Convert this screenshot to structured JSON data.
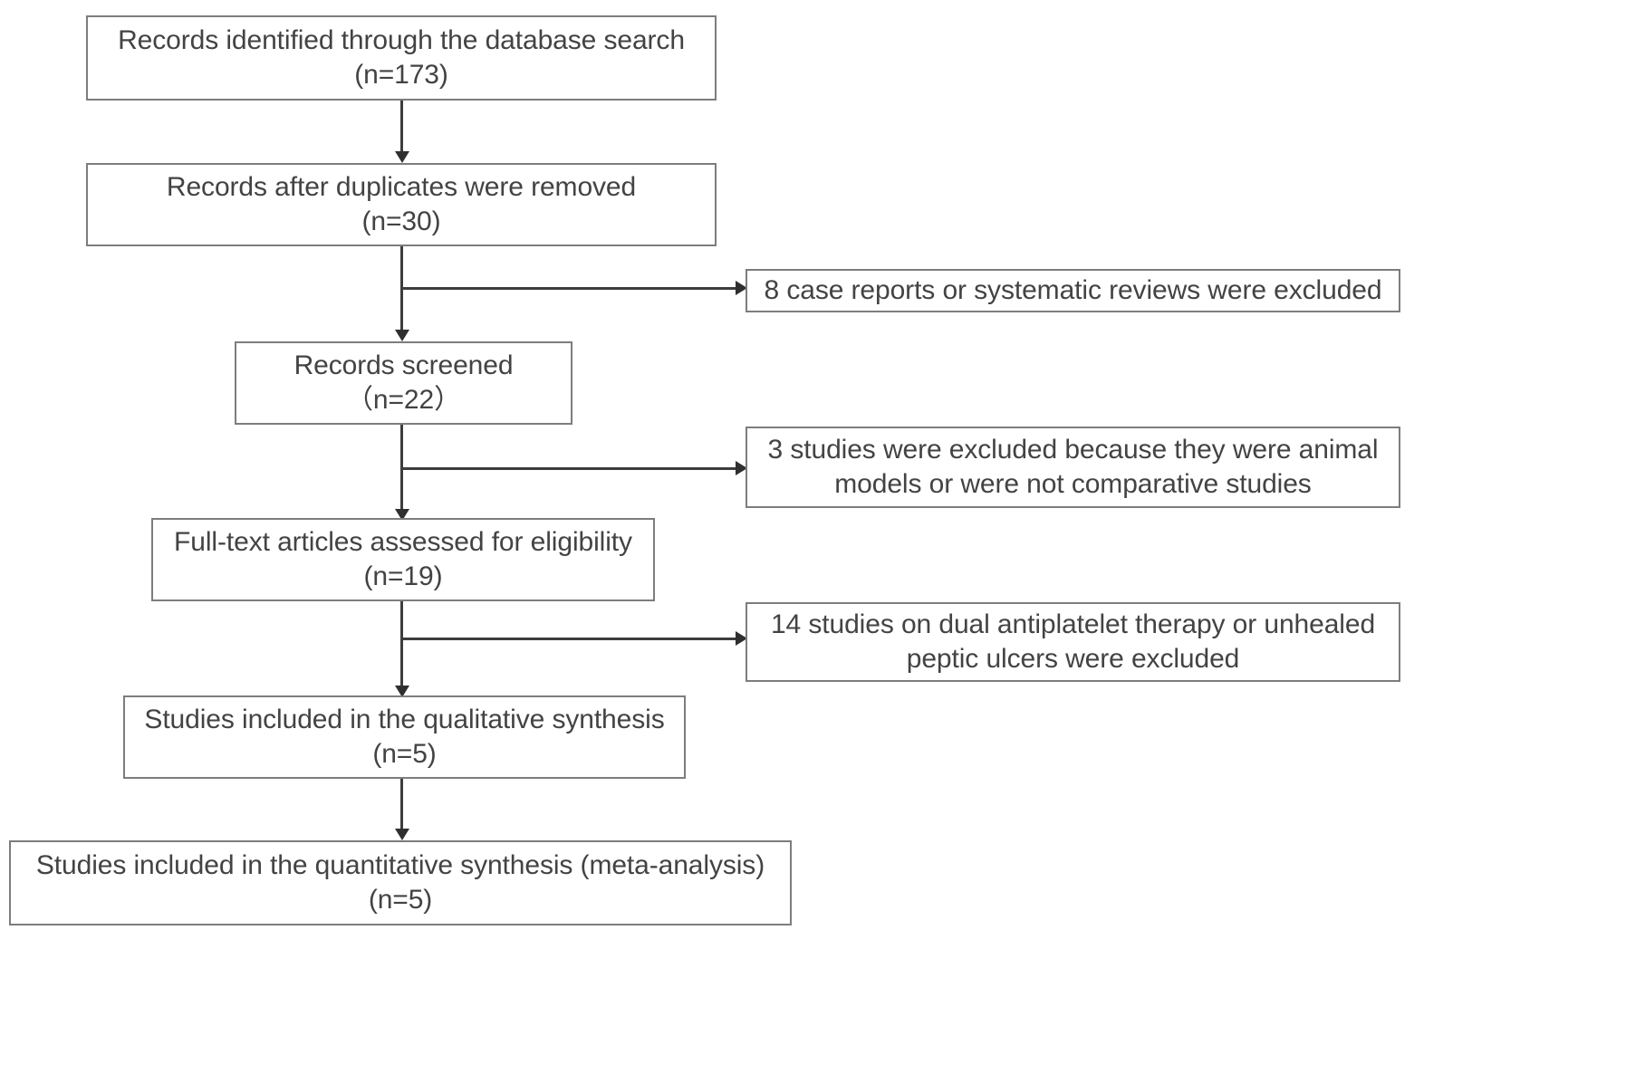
{
  "diagram": {
    "type": "prisma-flow-diagram",
    "title": "",
    "stages": [
      {
        "id": "identification",
        "label_line1": "Records identified through the database search",
        "label_line2": "(n=173)",
        "count": 173
      },
      {
        "id": "duplicates-removed",
        "label_line1": "Records after duplicates were removed",
        "label_line2": "(n=30)",
        "count": 30
      },
      {
        "id": "records-screened",
        "label_line1": "Records screened",
        "label_line2": "（n=22）",
        "count": 22
      },
      {
        "id": "full-text-assessed",
        "label_line1": "Full-text articles assessed for eligibility",
        "label_line2": "(n=19)",
        "count": 19
      },
      {
        "id": "qualitative-synthesis",
        "label_line1": "Studies included in the qualitative synthesis",
        "label_line2": "(n=5)",
        "count": 5
      },
      {
        "id": "quantitative-synthesis",
        "label_line1": "Studies included in the quantitative synthesis (meta-analysis)",
        "label_line2": "(n=5)",
        "count": 5
      }
    ],
    "exclusions": [
      {
        "id": "exclusion-case-reports",
        "label_line1": "8 case reports or systematic reviews were excluded",
        "label_line2": "",
        "count": 8
      },
      {
        "id": "exclusion-animal-models",
        "label_line1": "3 studies were excluded because they were animal",
        "label_line2": "models or were not comparative studies",
        "count": 3
      },
      {
        "id": "exclusion-dual-antiplatelet",
        "label_line1": "14 studies on dual antiplatelet therapy or unhealed",
        "label_line2": "peptic ulcers were excluded",
        "count": 14
      }
    ],
    "colors": {
      "box_border": "#7d7d7d",
      "connector": "#3d3d3d",
      "text": "#434343",
      "background": "#ffffff"
    }
  }
}
